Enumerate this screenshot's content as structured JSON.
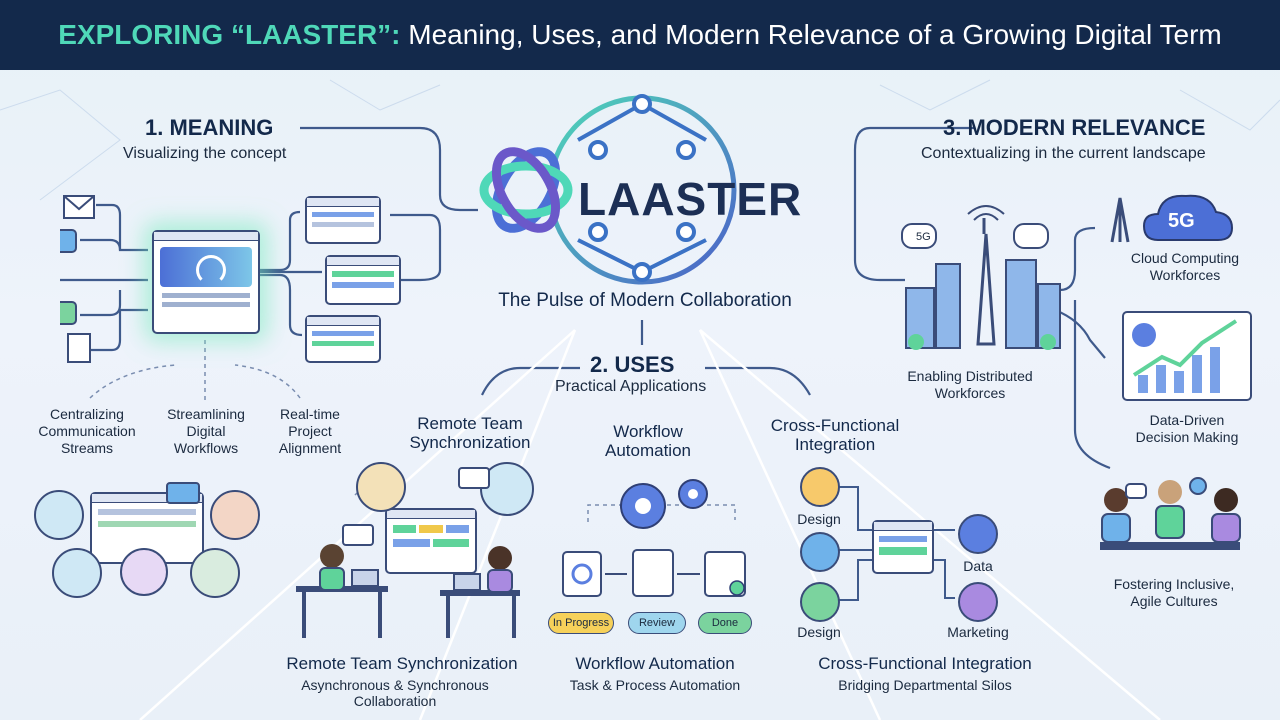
{
  "header": {
    "title_highlight": "EXPLORING “LAASTER”:",
    "title_rest": "Meaning, Uses, and Modern Relevance of a Growing Digital Term"
  },
  "center": {
    "logo_text": "LAASTER",
    "tagline": "The Pulse of Modern Collaboration"
  },
  "meaning": {
    "title": "1. MEANING",
    "subtitle": "Visualizing the concept",
    "labels": [
      "Centralizing\nCommunication\nStreams",
      "Streamlining\nDigital\nWorkflows",
      "Real-time\nProject\nAlignment"
    ]
  },
  "uses": {
    "title": "2. USES",
    "subtitle": "Practical Applications",
    "columns": [
      {
        "heading": "Remote Team\nSynchronization",
        "caption_title": "Remote Team Synchronization",
        "caption_sub": "Asynchronous & Synchronous\nCollaboration"
      },
      {
        "heading": "Workflow\nAutomation",
        "caption_title": "Workflow Automation",
        "caption_sub": "Task & Process Automation"
      },
      {
        "heading": "Cross-Functional\nIntegration",
        "caption_title": "Cross-Functional Integration",
        "caption_sub": "Bridging Departmental Silos"
      }
    ],
    "statuses": [
      "In Progress",
      "Review",
      "Done"
    ],
    "dept_labels": [
      "Design",
      "Design",
      "Data",
      "Marketing"
    ]
  },
  "relevance": {
    "title": "3. MODERN RELEVANCE",
    "subtitle": "Contextualizing in the current landscape",
    "badge_5g": "5G",
    "labels": {
      "cloud": "Cloud Computing\nWorkforces",
      "distributed": "Enabling Distributed\nWorkforces",
      "data": "Data-Driven\nDecision Making",
      "inclusive": "Fostering Inclusive,\nAgile Cultures"
    }
  },
  "colors": {
    "navy": "#13294b",
    "teal": "#4fd8b8",
    "accent": "#5b7fe0",
    "green": "#5fd39a"
  }
}
